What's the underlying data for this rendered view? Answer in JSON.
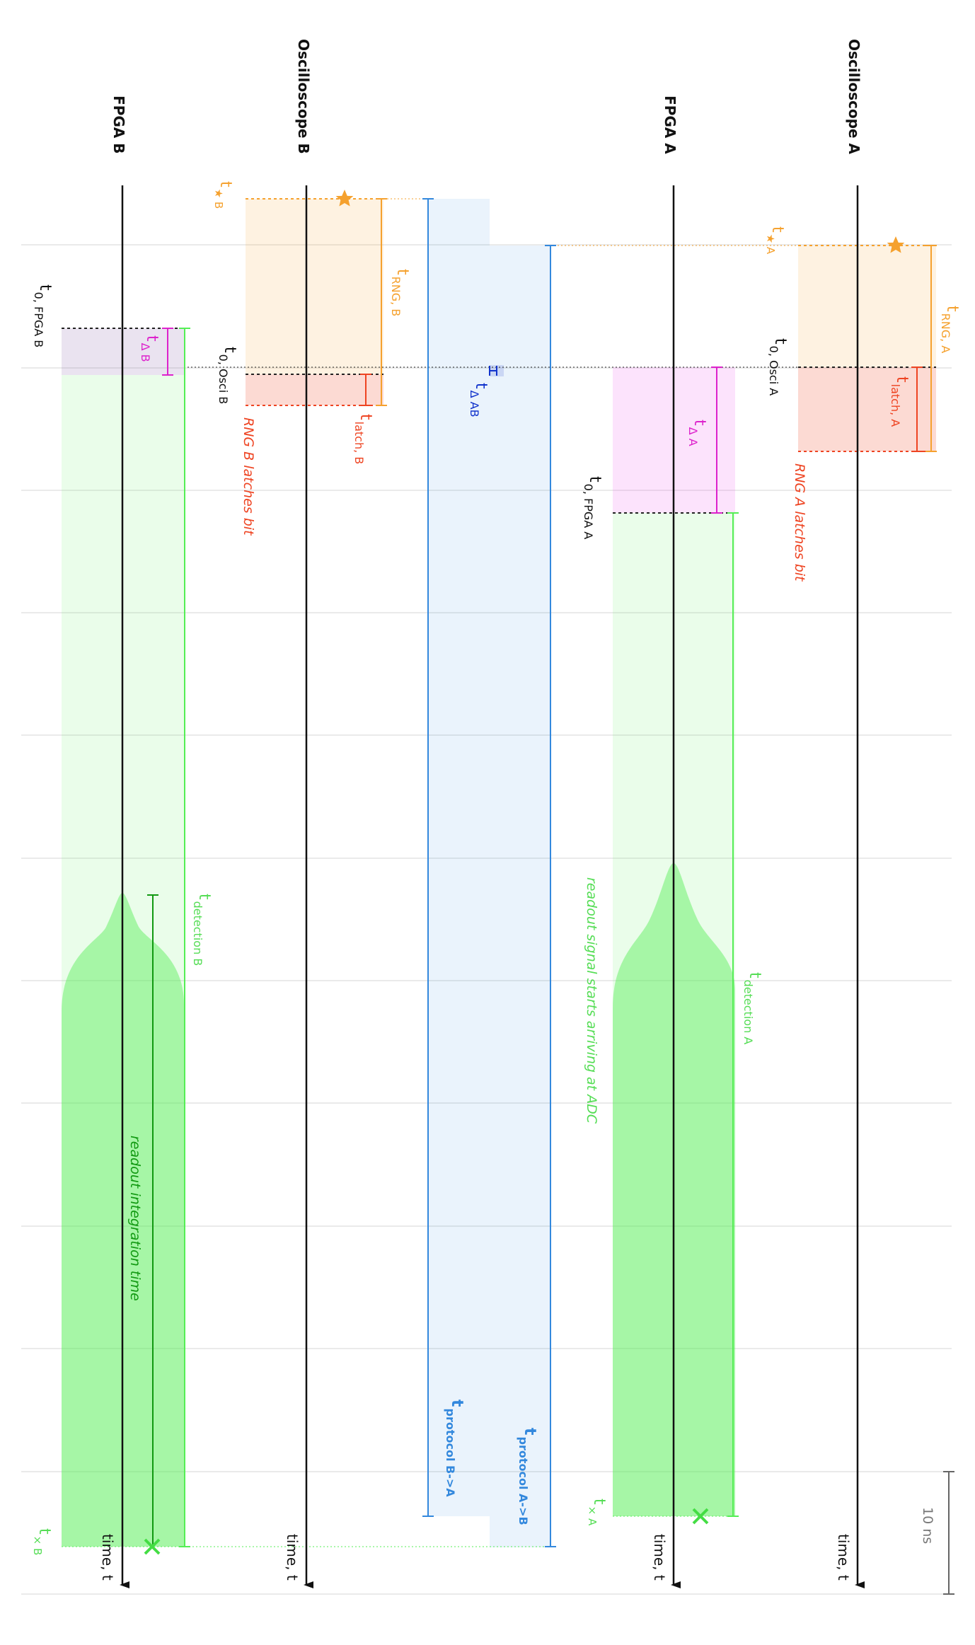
{
  "lanes": {
    "osc_a": "Oscilloscope A",
    "fpga_a": "FPGA A",
    "osc_b": "Oscilloscope B",
    "fpga_b": "FPGA B"
  },
  "axis_label": "time, t",
  "scale_label": "10 ns",
  "annotations": {
    "rng_a_latches": "RNG A latches bit",
    "rng_b_latches": "RNG B latches bit",
    "readout_arrive": "readout signal starts arriving at ADC",
    "readout_integration": "readout integration time"
  },
  "timings": {
    "t_star_a": {
      "main": "t",
      "sub": "★ A"
    },
    "t_star_b": {
      "main": "t",
      "sub": "★ B"
    },
    "t_rng_a": {
      "main": "t",
      "sub": "RNG, A"
    },
    "t_rng_b": {
      "main": "t",
      "sub": "RNG, B"
    },
    "t_latch_a": {
      "main": "t",
      "sub": "latch, A"
    },
    "t_latch_b": {
      "main": "t",
      "sub": "latch, B"
    },
    "t0_osci_a": {
      "main": "t",
      "sub": "0, Osci A"
    },
    "t0_osci_b": {
      "main": "t",
      "sub": "0, Osci B"
    },
    "t0_fpga_a": {
      "main": "t",
      "sub": "0, FPGA A"
    },
    "t0_fpga_b": {
      "main": "t",
      "sub": "0, FPGA B"
    },
    "t_delta_a": {
      "main": "t",
      "sub": "Δ A"
    },
    "t_delta_b": {
      "main": "t",
      "sub": "Δ B"
    },
    "t_delta_ab": {
      "main": "t",
      "sub": "Δ AB"
    },
    "t_det_a": {
      "main": "t",
      "sub": "detection A"
    },
    "t_det_b": {
      "main": "t",
      "sub": "detection B"
    },
    "t_proto_ab": {
      "main": "t",
      "sub": "protocol A->B"
    },
    "t_proto_ba": {
      "main": "t",
      "sub": "protocol B->A"
    },
    "t_x_a": {
      "main": "t",
      "sub": "× A"
    },
    "t_x_b": {
      "main": "t",
      "sub": "× B"
    }
  },
  "colors": {
    "orange": "#f5a12e",
    "red": "#ee4422",
    "magenta": "#dd22cc",
    "green": "#55ee55",
    "dark_green": "#119911",
    "blue": "#3388dd",
    "dark_blue": "#1133cc",
    "gray": "#888888"
  }
}
